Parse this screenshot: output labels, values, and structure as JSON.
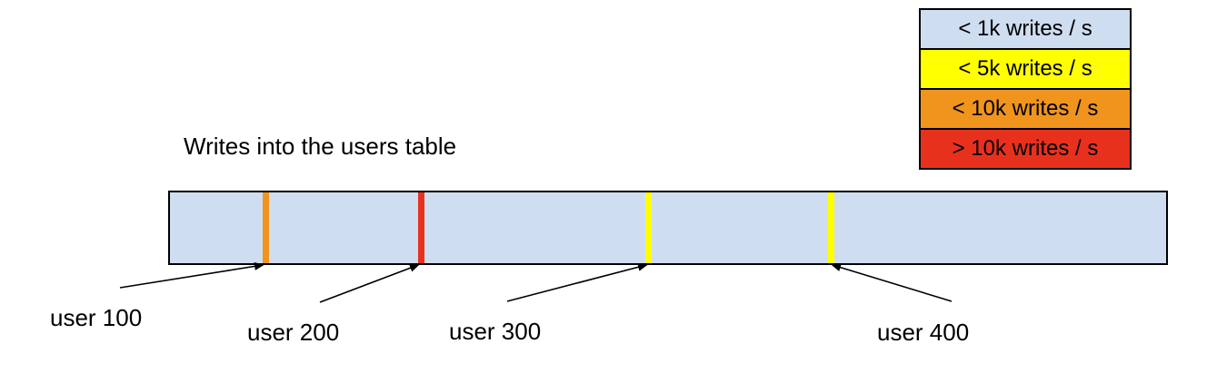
{
  "title": "Writes into the users table",
  "colors": {
    "bar_fill": "#cfddf0",
    "border": "#000000",
    "lt_1k": "#cfddf0",
    "lt_5k": "#ffff00",
    "lt_10k": "#f0941e",
    "gt_10k": "#e8311d"
  },
  "legend": {
    "items": [
      {
        "label": "< 1k writes / s",
        "color": "#cfddf0"
      },
      {
        "label": "< 5k writes / s",
        "color": "#ffff00"
      },
      {
        "label": "< 10k writes / s",
        "color": "#f0941e"
      },
      {
        "label": "> 10k writes / s",
        "color": "#e8311d"
      }
    ]
  },
  "markers": [
    {
      "label": "user 100",
      "rate_class": "< 10k writes / s",
      "color": "#f0941e"
    },
    {
      "label": "user 200",
      "rate_class": "> 10k writes / s",
      "color": "#e8311d"
    },
    {
      "label": "user 300",
      "rate_class": "< 5k writes / s",
      "color": "#ffff00"
    },
    {
      "label": "user 400",
      "rate_class": "< 5k writes / s",
      "color": "#ffff00"
    }
  ]
}
